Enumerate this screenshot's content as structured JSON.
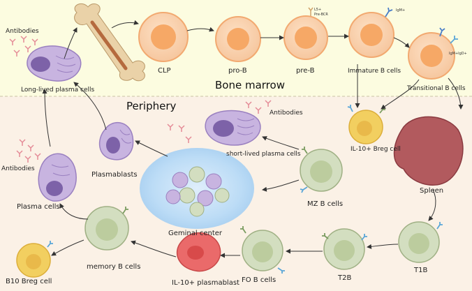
{
  "regions": {
    "bone_marrow": "Bone marrow",
    "periphery": "Periphery"
  },
  "colors": {
    "bone_marrow_bg": "#fcfce0",
    "periphery_bg": "#fbf1e6",
    "progenitor_cell": "#f6a866",
    "plasma_cell": "#b8a2d4",
    "mature_b_cell": "#d3dec0",
    "breg_cell": "#f2cf60",
    "plasmablast_il10": "#ea6a6a",
    "germinal_center": "#bcdcf6",
    "spleen": "#b25a5e"
  },
  "labels": {
    "clp": "CLP",
    "pro_b": "pro-B",
    "pre_b": "pre-B",
    "immature_b": "Immature B cells",
    "transitional_b": "Transitional B cells",
    "long_lived_plasma": "Long-lived plasma cells",
    "antibodies_top": "Antibodies",
    "l5_pre_bcr_1": "L5+",
    "l5_pre_bcr_2": "Pre-BCR",
    "igm": "IgM+",
    "igm_igd": "IgM+IgD+",
    "il10_breg": "IL-10+ Breg cell",
    "spleen": "Spleen",
    "short_lived_plasma": "short-lived plasma cells",
    "antibodies_mid": "Antibodies",
    "plasmablasts": "Plasmablasts",
    "antibodies_left": "Antibodies",
    "plasma_cells": "Plasma cells",
    "mz_b": "MZ B cells",
    "germinal_center": "Geminal center",
    "t1b": "T1B",
    "t2b": "T2B",
    "fo_b": "FO B cells",
    "il10_plasmablast": "IL-10+ plasmablast",
    "memory_b": "memory B cells",
    "b10_breg": "B10 Breg cell"
  }
}
